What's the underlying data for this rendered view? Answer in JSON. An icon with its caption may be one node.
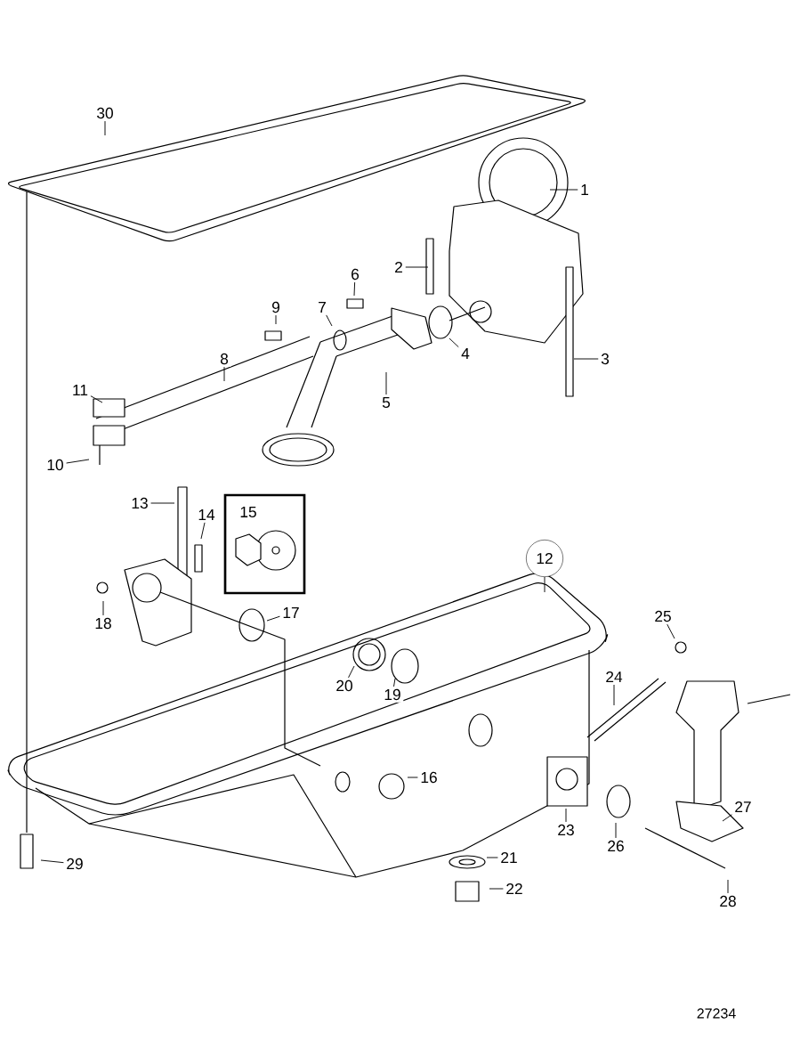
{
  "diagram": {
    "nodes": [
      {
        "text": [
          "1"
        ]
      },
      {
        "text": [
          "2"
        ]
      },
      {
        "text": [
          "3"
        ]
      },
      {
        "text": [
          "4"
        ]
      },
      {
        "text": [
          "5"
        ]
      },
      {
        "text": [
          "6"
        ]
      },
      {
        "text": [
          "7"
        ]
      },
      {
        "text": [
          "8"
        ]
      },
      {
        "text": [
          "9"
        ]
      },
      {
        "text": [
          "10"
        ]
      },
      {
        "text": [
          "11"
        ]
      },
      {
        "text": [
          "12"
        ]
      },
      {
        "text": [
          "13"
        ]
      },
      {
        "text": [
          "14"
        ]
      },
      {
        "text": [
          "15"
        ]
      },
      {
        "text": [
          "16"
        ]
      },
      {
        "text": [
          "17"
        ]
      },
      {
        "text": [
          "18"
        ]
      },
      {
        "text": [
          "19"
        ]
      },
      {
        "text": [
          "20"
        ]
      },
      {
        "text": [
          "21"
        ]
      },
      {
        "text": [
          "22"
        ]
      },
      {
        "text": [
          "23"
        ]
      },
      {
        "text": [
          "24"
        ]
      },
      {
        "text": [
          "25"
        ]
      },
      {
        "text": [
          "26"
        ]
      },
      {
        "text": [
          "27"
        ]
      },
      {
        "text": [
          "28"
        ]
      },
      {
        "text": [
          "29"
        ]
      },
      {
        "text": [
          "30"
        ]
      }
    ],
    "edges": [
      {
        "from": 0,
        "to": null,
        "arrow": "none"
      },
      {
        "from": 1,
        "to": null,
        "arrow": "none"
      },
      {
        "from": 2,
        "to": null,
        "arrow": "none"
      },
      {
        "from": 3,
        "to": null,
        "arrow": "none"
      },
      {
        "from": 4,
        "to": null,
        "arrow": "none"
      },
      {
        "from": 5,
        "to": null,
        "arrow": "none"
      },
      {
        "from": 6,
        "to": null,
        "arrow": "none"
      },
      {
        "from": 7,
        "to": null,
        "arrow": "none"
      },
      {
        "from": 8,
        "to": null,
        "arrow": "none"
      },
      {
        "from": 9,
        "to": null,
        "arrow": "none"
      },
      {
        "from": 10,
        "to": null,
        "arrow": "none"
      },
      {
        "from": 11,
        "to": null,
        "arrow": "none"
      },
      {
        "from": 12,
        "to": null,
        "arrow": "none"
      },
      {
        "from": 13,
        "to": null,
        "arrow": "none"
      },
      {
        "from": 15,
        "to": null,
        "arrow": "none"
      },
      {
        "from": 16,
        "to": null,
        "arrow": "none"
      },
      {
        "from": 17,
        "to": null,
        "arrow": "none"
      },
      {
        "from": 18,
        "to": null,
        "arrow": "none"
      },
      {
        "from": 19,
        "to": null,
        "arrow": "none"
      },
      {
        "from": 20,
        "to": null,
        "arrow": "none"
      },
      {
        "from": 21,
        "to": null,
        "arrow": "none"
      },
      {
        "from": 22,
        "to": null,
        "arrow": "none"
      },
      {
        "from": 23,
        "to": null,
        "arrow": "none"
      },
      {
        "from": 24,
        "to": null,
        "arrow": "none"
      },
      {
        "from": 25,
        "to": null,
        "arrow": "none"
      },
      {
        "from": 26,
        "to": null,
        "arrow": "none"
      },
      {
        "from": 27,
        "to": null,
        "arrow": "none"
      },
      {
        "from": 28,
        "to": null,
        "arrow": "none"
      },
      {
        "from": 29,
        "to": null,
        "arrow": "none"
      }
    ],
    "labels": [
      "27234"
    ]
  }
}
